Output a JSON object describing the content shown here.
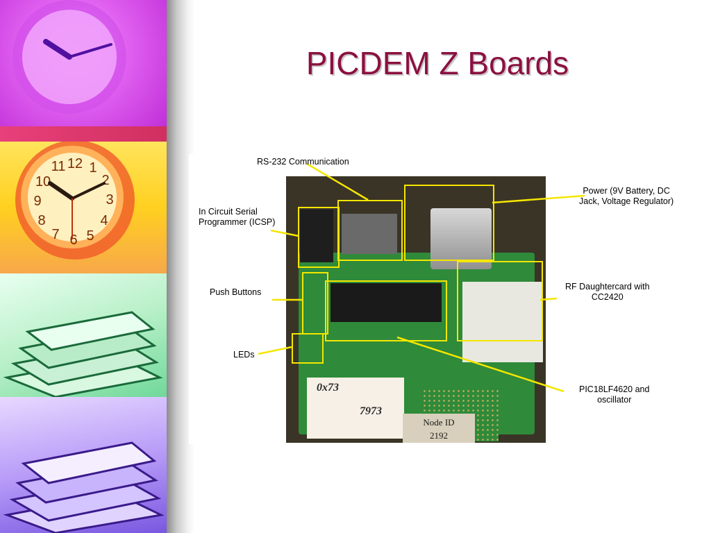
{
  "slide": {
    "title": "PICDEM Z Boards"
  },
  "decor": {
    "panels": [
      "clock-purple",
      "clock-yellow",
      "books-green",
      "books-purple"
    ],
    "clock_numerals": [
      "11",
      "12",
      "1",
      "10",
      "2",
      "9",
      "3",
      "8",
      "4",
      "7",
      "6",
      "5"
    ]
  },
  "figure": {
    "annotations": {
      "rs232": "RS-232 Communication",
      "icsp_line1": "In Circuit Serial",
      "icsp_line2": "Programmer (ICSP)",
      "push_buttons": "Push Buttons",
      "leds": "LEDs",
      "power_line1": "Power (9V Battery, DC",
      "power_line2": "Jack, Voltage Regulator)",
      "rf_line1": "RF Daughtercard with",
      "rf_line2": "CC2420",
      "pic_line1": "PIC18LF4620 and",
      "pic_line2": "oscillator"
    },
    "handwritten": {
      "line1": "0x73",
      "line2": "7973"
    },
    "node_tag": {
      "line1": "Node ID",
      "line2": "2192"
    },
    "colors": {
      "callout": "#f5e600",
      "title": "#8b1040"
    }
  }
}
